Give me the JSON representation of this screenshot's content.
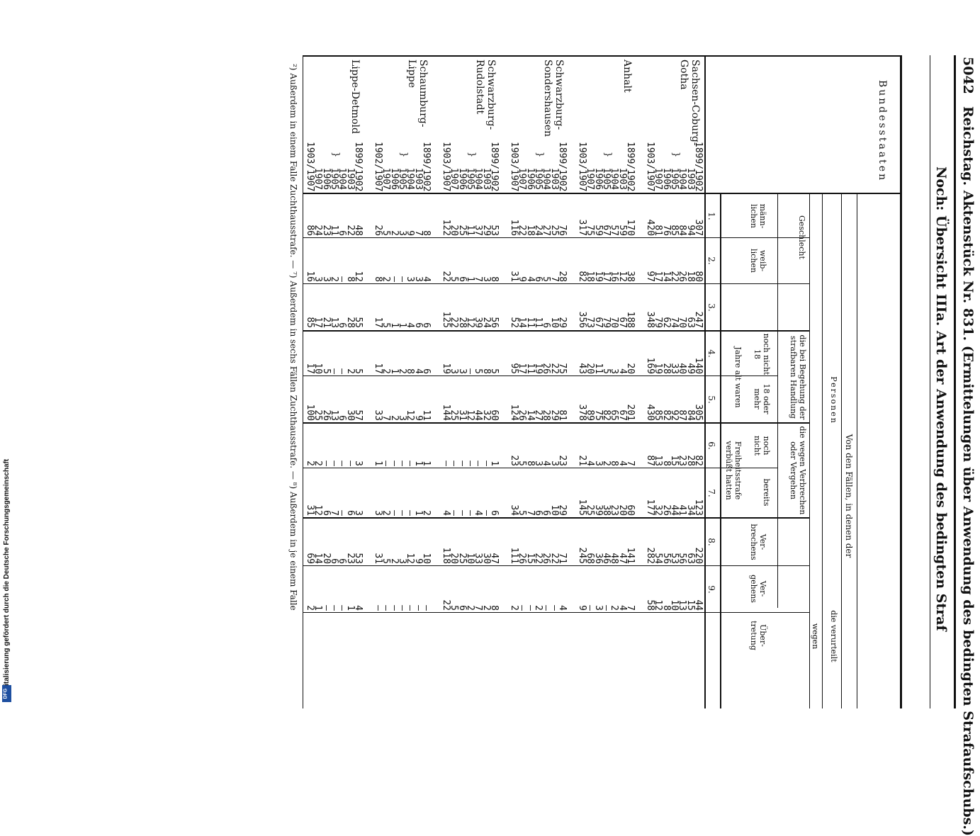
{
  "page_header": {
    "page_number": "5042",
    "title": "Reichstag. Aktenstück Nr. 831. (Ermittelungen über Anwendung des bedingten Strafaufschubs.)",
    "subtitle": "Noch: Übersicht IIIa. Art der Anwendung des bedingten Straf"
  },
  "table_header": {
    "states_header": "Bundesstaaten",
    "von_den_faellen": "Von den Fällen, in denen der",
    "personen": "Personen",
    "die_verurteilt": "die verurteilt",
    "wegen": "wegen",
    "geschlecht": "Geschlecht",
    "maennlich": "männ-lichen",
    "weiblich": "weib-lichen",
    "bei_begehung": "die bei Begehung der strafbaren Handlung",
    "jahre_alt": "Jahre alt waren",
    "noch_nicht_18": "noch nicht 18",
    "18_oder_mehr": "18 oder mehr",
    "wegen_verbrechen": "die wegen Verbrechen oder Vergehen",
    "freiheitsstrafe": "Freiheitsstrafe verbüßt hatten",
    "noch_nicht": "noch nicht",
    "bereits": "bereits",
    "verbrechens": "Ver-brechens",
    "vergehens": "Ver-gehens",
    "uebertretung": "Über-tretung",
    "col_numbers": [
      "1.",
      "2.",
      "3.",
      "4.",
      "5.",
      "6.",
      "7.",
      "8.",
      "9."
    ]
  },
  "states": [
    {
      "name": "Sachsen-Coburg-Gotha",
      "rows": [
        {
          "year": "1899/1902",
          "cells": [
            "307",
            "80",
            "247",
            "140",
            "305",
            "82",
            "123",
            "220",
            "44"
          ]
        },
        {
          "year": "1903",
          "cells": [
            "94",
            "18",
            "63",
            "49",
            "84",
            "28",
            "34",
            "63",
            "15"
          ]
        },
        {
          "year": "1904",
          "cells": [
            "84",
            "26",
            "70",
            "40",
            "87",
            "23",
            "41",
            "56",
            "13"
          ]
        },
        {
          "year": "1905",
          "cells": [
            "85",
            "22",
            "74",
            "33",
            "92",
            "15",
            "44",
            "53",
            "10"
          ]
        },
        {
          "year": "1906",
          "cells": [
            "76",
            "14",
            "62",
            "28",
            "82",
            "8",
            "26",
            "56",
            "8"
          ]
        },
        {
          "year": "1907",
          "cells": [
            "81",
            "17",
            "79",
            "19",
            "85",
            "13",
            "32",
            "54",
            "12"
          ]
        },
        {
          "year": "1903/1907",
          "cells": [
            "420",
            "97",
            "348",
            "169",
            "430",
            "87",
            "177",
            "282",
            "58"
          ]
        }
      ]
    },
    {
      "name": "Anhalt",
      "rows": [
        {
          "year": "1899/1902",
          "cells": [
            "170",
            "38",
            "188",
            "20",
            "201",
            "7",
            "60",
            "141",
            "7"
          ]
        },
        {
          "year": "1903",
          "cells": [
            "59",
            "12",
            "67",
            "4",
            "67",
            "4",
            "20",
            "47",
            "4"
          ]
        },
        {
          "year": "1904",
          "cells": [
            "57",
            "16",
            "70",
            "3",
            "65",
            "8",
            "23",
            "48",
            "2"
          ]
        },
        {
          "year": "1905",
          "cells": [
            "67",
            "17",
            "79",
            "5",
            "82",
            "2",
            "38",
            "46",
            "—"
          ]
        },
        {
          "year": "1906",
          "cells": [
            "59",
            "19",
            "67",
            "11",
            "75",
            "3",
            "39",
            "36",
            "3"
          ]
        },
        {
          "year": "1907",
          "cells": [
            "75",
            "18",
            "73",
            "20",
            "89",
            "4",
            "25",
            "68",
            "—"
          ]
        },
        {
          "year": "1903/1907",
          "cells": [
            "317",
            "82",
            "356",
            "43",
            "378",
            "21",
            "145",
            "245",
            "9"
          ]
        }
      ]
    },
    {
      "name": "Schwarzburg-Sondershausen",
      "rows": [
        {
          "year": "1899/1902",
          "cells": [
            "76",
            "28",
            "29",
            "75",
            "81",
            "23",
            "29",
            "71",
            "4"
          ]
        },
        {
          "year": "1903",
          "cells": [
            "25",
            "7",
            "10",
            "22",
            "29",
            "3",
            "10",
            "22",
            "—"
          ]
        },
        {
          "year": "1904",
          "cells": [
            "27",
            "5",
            "6",
            "26",
            "28",
            "4",
            "6",
            "26",
            "—"
          ]
        },
        {
          "year": "1905",
          "cells": [
            "24",
            "6",
            "11",
            "19",
            "27",
            "3",
            "6",
            "22",
            "2"
          ]
        },
        {
          "year": "1906",
          "cells": [
            "18",
            "4",
            "11",
            "11",
            "14",
            "8",
            "7",
            "15",
            "—"
          ]
        },
        {
          "year": "1907",
          "cells": [
            "22",
            "9",
            "14",
            "17",
            "26",
            "5",
            "5",
            "26",
            "—"
          ]
        },
        {
          "year": "1903/1907",
          "cells": [
            "116",
            "31",
            "52",
            "95",
            "124",
            "23",
            "34",
            "111",
            "2"
          ]
        }
      ]
    },
    {
      "name": "Schwarzburg-Rudolstadt",
      "rows": [
        {
          "year": "1899/1902",
          "cells": [
            "53",
            "8",
            "56",
            "5",
            "60",
            "1",
            "6",
            "47",
            "8"
          ]
        },
        {
          "year": "1903",
          "cells": [
            "29",
            "3",
            "24",
            "8",
            "32",
            "—",
            "—",
            "30",
            "2"
          ]
        },
        {
          "year": "1904",
          "cells": [
            "37",
            "7",
            "39",
            "5",
            "44",
            "—",
            "4",
            "33",
            "7"
          ]
        },
        {
          "year": "1905",
          "cells": [
            "11",
            "1",
            "12",
            "—",
            "12",
            "—",
            "—",
            "10",
            "2"
          ]
        },
        {
          "year": "1906",
          "cells": [
            "25",
            "6",
            "28",
            "3",
            "31",
            "—",
            "—",
            "25",
            "6"
          ]
        },
        {
          "year": "1907",
          "cells": [
            "20",
            "5",
            "22",
            "3",
            "25",
            "—",
            "—",
            "20",
            "5"
          ]
        },
        {
          "year": "1903/1907",
          "cells": [
            "122",
            "22",
            "125",
            "19",
            "144",
            "—",
            "4",
            "118",
            "22"
          ]
        }
      ]
    },
    {
      "name": "Schaumburg-Lippe",
      "rows": [
        {
          "year": "1899/1902",
          "cells": [
            "8",
            "4",
            "6",
            "6",
            "11",
            "1",
            "2",
            "10",
            "—"
          ]
        },
        {
          "year": "1903",
          "cells": [
            "7",
            "3",
            "6",
            "4",
            "9",
            "1",
            "1",
            "9",
            "—"
          ]
        },
        {
          "year": "1904",
          "cells": [
            "9",
            "3",
            "4",
            "8",
            "12",
            "—",
            "—",
            "12",
            "—"
          ]
        },
        {
          "year": "1905",
          "cells": [
            "3",
            "—",
            "1",
            "2",
            "3",
            "—",
            "—",
            "3",
            "—"
          ]
        },
        {
          "year": "1906",
          "cells": [
            "2",
            "—",
            "1",
            "1",
            "2",
            "—",
            "—",
            "2",
            "—"
          ]
        },
        {
          "year": "1907",
          "cells": [
            "5",
            "2",
            "5",
            "2",
            "7",
            "—",
            "2",
            "5",
            "—"
          ]
        },
        {
          "year": "1902/1907",
          "cells": [
            "26",
            "8",
            "17",
            "17",
            "33",
            "1",
            "3",
            "31",
            "—"
          ]
        }
      ]
    },
    {
      "name": "Lippe-Detmold",
      "rows": [
        {
          "year": "1899/1902",
          "cells": [
            "48",
            "12",
            "55",
            "5",
            "57",
            "3",
            "3",
            "53",
            "4"
          ]
        },
        {
          "year": "1903",
          "cells": [
            "22",
            "8",
            "28",
            "2",
            "30",
            "—",
            "6",
            "23",
            "1"
          ]
        },
        {
          "year": "1904",
          "cells": [
            "6",
            "—",
            "6",
            "—",
            "6",
            "—",
            "—",
            "6",
            "—"
          ]
        },
        {
          "year": "1905",
          "cells": [
            "11",
            "2",
            "13",
            "—",
            "13",
            "—",
            "7",
            "6",
            "—"
          ]
        },
        {
          "year": "1906",
          "cells": [
            "23",
            "3",
            "21",
            "5",
            "26",
            "—",
            "6",
            "20",
            "—"
          ]
        },
        {
          "year": "1907",
          "cells": [
            "24",
            "3",
            "17",
            "10",
            "25",
            "2",
            "12",
            "14",
            "1"
          ]
        },
        {
          "year": "1903/1907",
          "cells": [
            "86",
            "16",
            "85",
            "17",
            "100",
            "2",
            "31",
            "69",
            "2"
          ]
        }
      ]
    }
  ],
  "footnote": "²) Außerdem in einem Falle Zuchthausstrafe. — ⁷) Außerdem in sechs Fällen Zuchthausstrafe. — ⁸) Außerdem in je einem Falle",
  "side_note": "Digitalisierung gefördert durch die Deutsche Forschungsgemeinschaft",
  "dfg_logo": "DFG"
}
